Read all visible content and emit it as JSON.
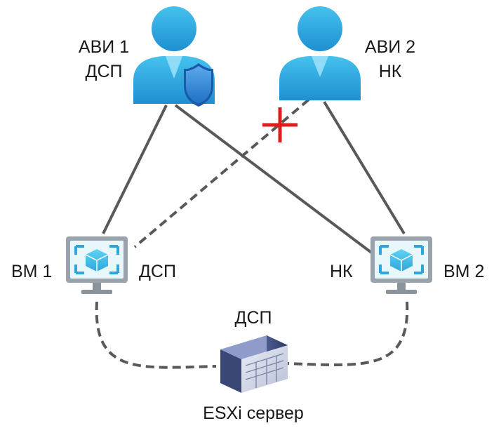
{
  "users": [
    {
      "line1": "АВИ 1",
      "line2": "ДСП",
      "icon": "user-with-shield-icon"
    },
    {
      "line1": "АВИ 2",
      "line2": "НК",
      "icon": "user-icon"
    }
  ],
  "vms": [
    {
      "name": "ВМ 1",
      "level": "ДСП",
      "icon": "virtual-machine-monitor-icon"
    },
    {
      "name": "ВМ 2",
      "level": "НК",
      "icon": "virtual-machine-monitor-icon"
    }
  ],
  "server": {
    "level": "ДСП",
    "name": "ESXi сервер",
    "icon": "server-icon"
  },
  "blocked_marker": {
    "icon": "red-cross-icon",
    "color": "#e01b1b"
  },
  "colors": {
    "line": "#595959",
    "user": "#2a9bd6",
    "monitor": "#9aa3ab",
    "server": "#6a77a6"
  }
}
